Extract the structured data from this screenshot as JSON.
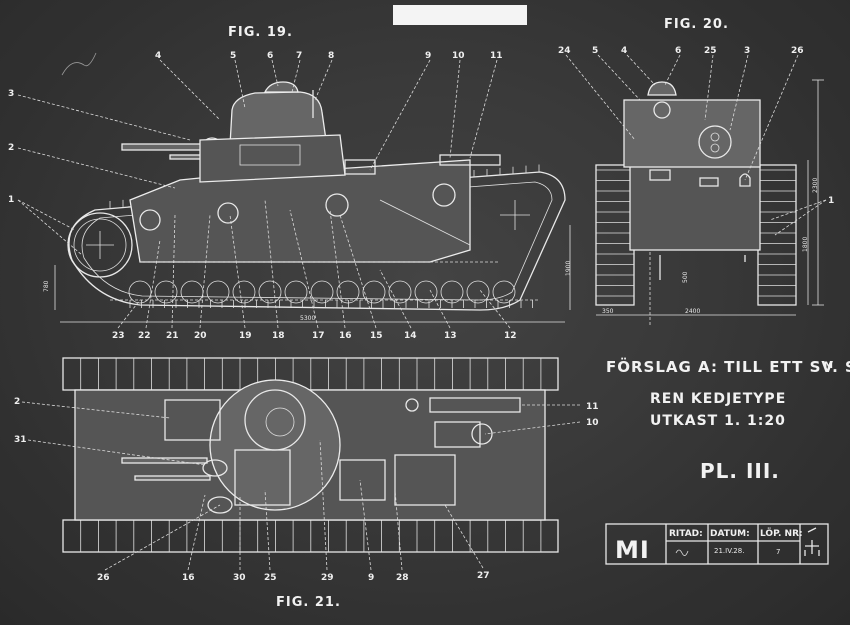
{
  "figures": {
    "fig19": "FIG. 19.",
    "fig20": "FIG. 20.",
    "fig21": "FIG. 21."
  },
  "title_block": {
    "line1": "FÖRSLAG A: TILL ETT SV. S.",
    "line1_mark": "M",
    "line2": "REN KEDJETYPE",
    "line3": "UTKAST 1. 1:20",
    "plate": "PL. III.",
    "logo": "MI",
    "ritad_label": "RITAD:",
    "datum_label": "DATUM:",
    "lopnr_label": "LÖP. NR:",
    "datum_value": "21.IV.28.",
    "lopnr_value": "7"
  },
  "dimensions": {
    "length": "5300",
    "height_left": "780",
    "height_right": "1900",
    "width_total": "2400",
    "track_width": "350",
    "ground_clearance": "500",
    "height_front": "1800",
    "height_front_top": "2300"
  },
  "fig19_labels": [
    "1",
    "2",
    "3",
    "4",
    "5",
    "6",
    "7",
    "8",
    "9",
    "10",
    "11",
    "12",
    "13",
    "14",
    "15",
    "16",
    "17",
    "18",
    "19",
    "20",
    "21",
    "22",
    "23"
  ],
  "fig20_labels": [
    "24",
    "5",
    "4",
    "6",
    "25",
    "3",
    "26",
    "1"
  ],
  "fig21_labels": [
    "2",
    "31",
    "11",
    "10",
    "26",
    "16",
    "30",
    "25",
    "29",
    "9",
    "28",
    "27"
  ]
}
